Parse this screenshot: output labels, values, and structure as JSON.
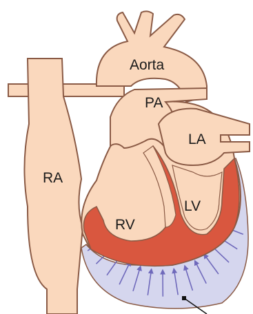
{
  "diagram": {
    "labels": {
      "aorta": "Aorta",
      "pa": "PA",
      "la": "LA",
      "ra": "RA",
      "rv": "RV",
      "lv": "LV"
    },
    "colors": {
      "outline": "#8a5a45",
      "tissue": "#fad8bd",
      "myocardium": "#d9573f",
      "pericardial_fluid": "#d5d6ee",
      "arrows": "#6f69bb",
      "pointer": "#111111"
    },
    "arrow_count": 16
  }
}
